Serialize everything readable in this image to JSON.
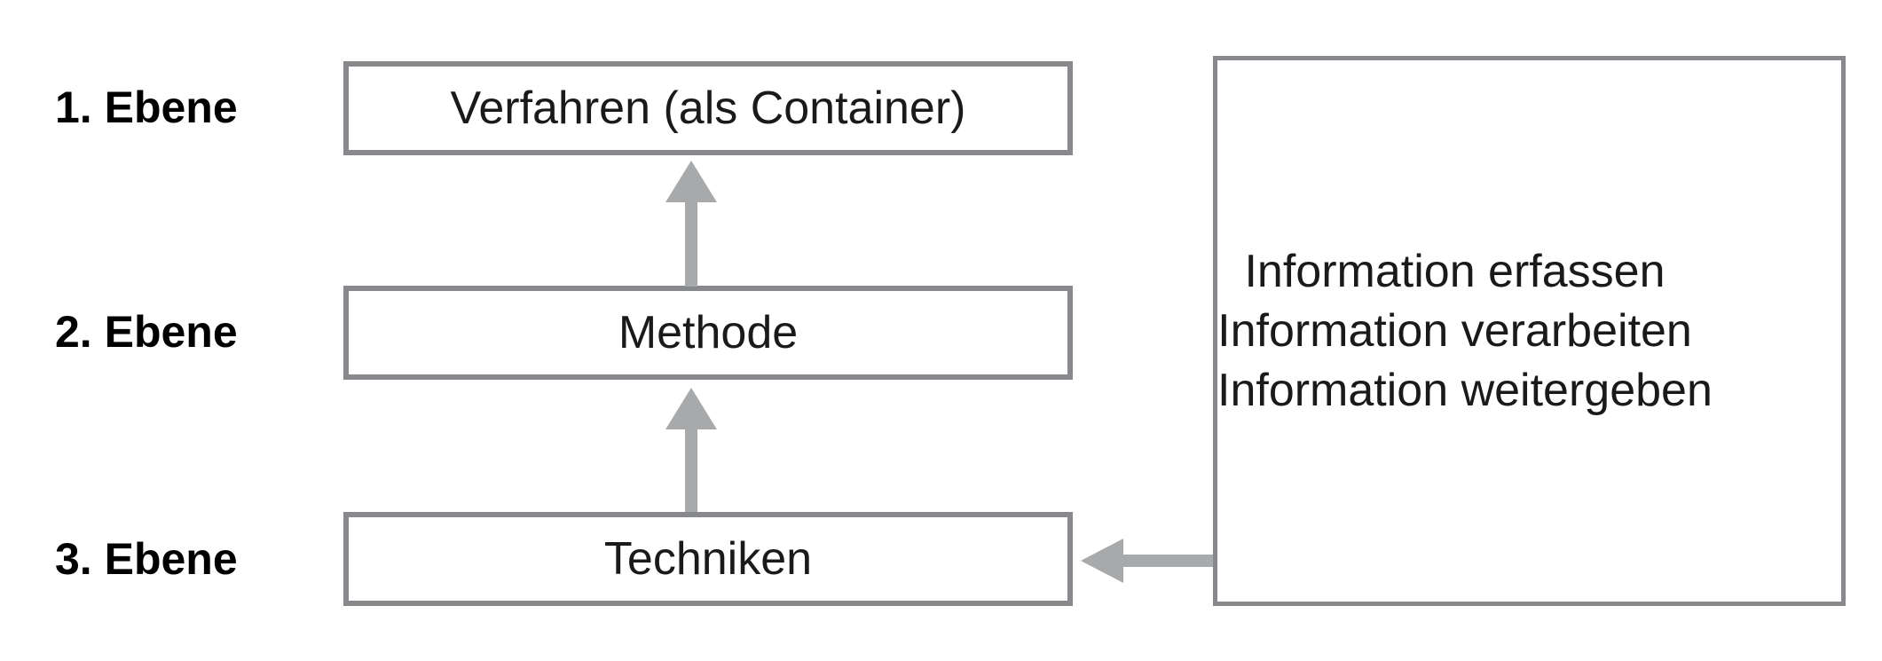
{
  "diagram": {
    "levels": [
      {
        "label": "1. Ebene",
        "box_text": "Verfahren (als Container)"
      },
      {
        "label": "2. Ebene",
        "box_text": "Methode"
      },
      {
        "label": "3. Ebene",
        "box_text": "Techniken"
      }
    ],
    "info_box": {
      "lines": [
        "Information erfassen",
        "Information verarbeiten",
        "Information weitergeben"
      ]
    },
    "arrows": [
      {
        "from": "Techniken",
        "to": "Methode",
        "direction": "up"
      },
      {
        "from": "Methode",
        "to": "Verfahren (als Container)",
        "direction": "up"
      },
      {
        "from": "Information box",
        "to": "Techniken",
        "direction": "left"
      }
    ],
    "colors": {
      "box_border": "#87898d",
      "arrow": "#a7a9ab",
      "text": "#1a1a1a",
      "label_text": "#000000",
      "background": "#ffffff"
    }
  }
}
